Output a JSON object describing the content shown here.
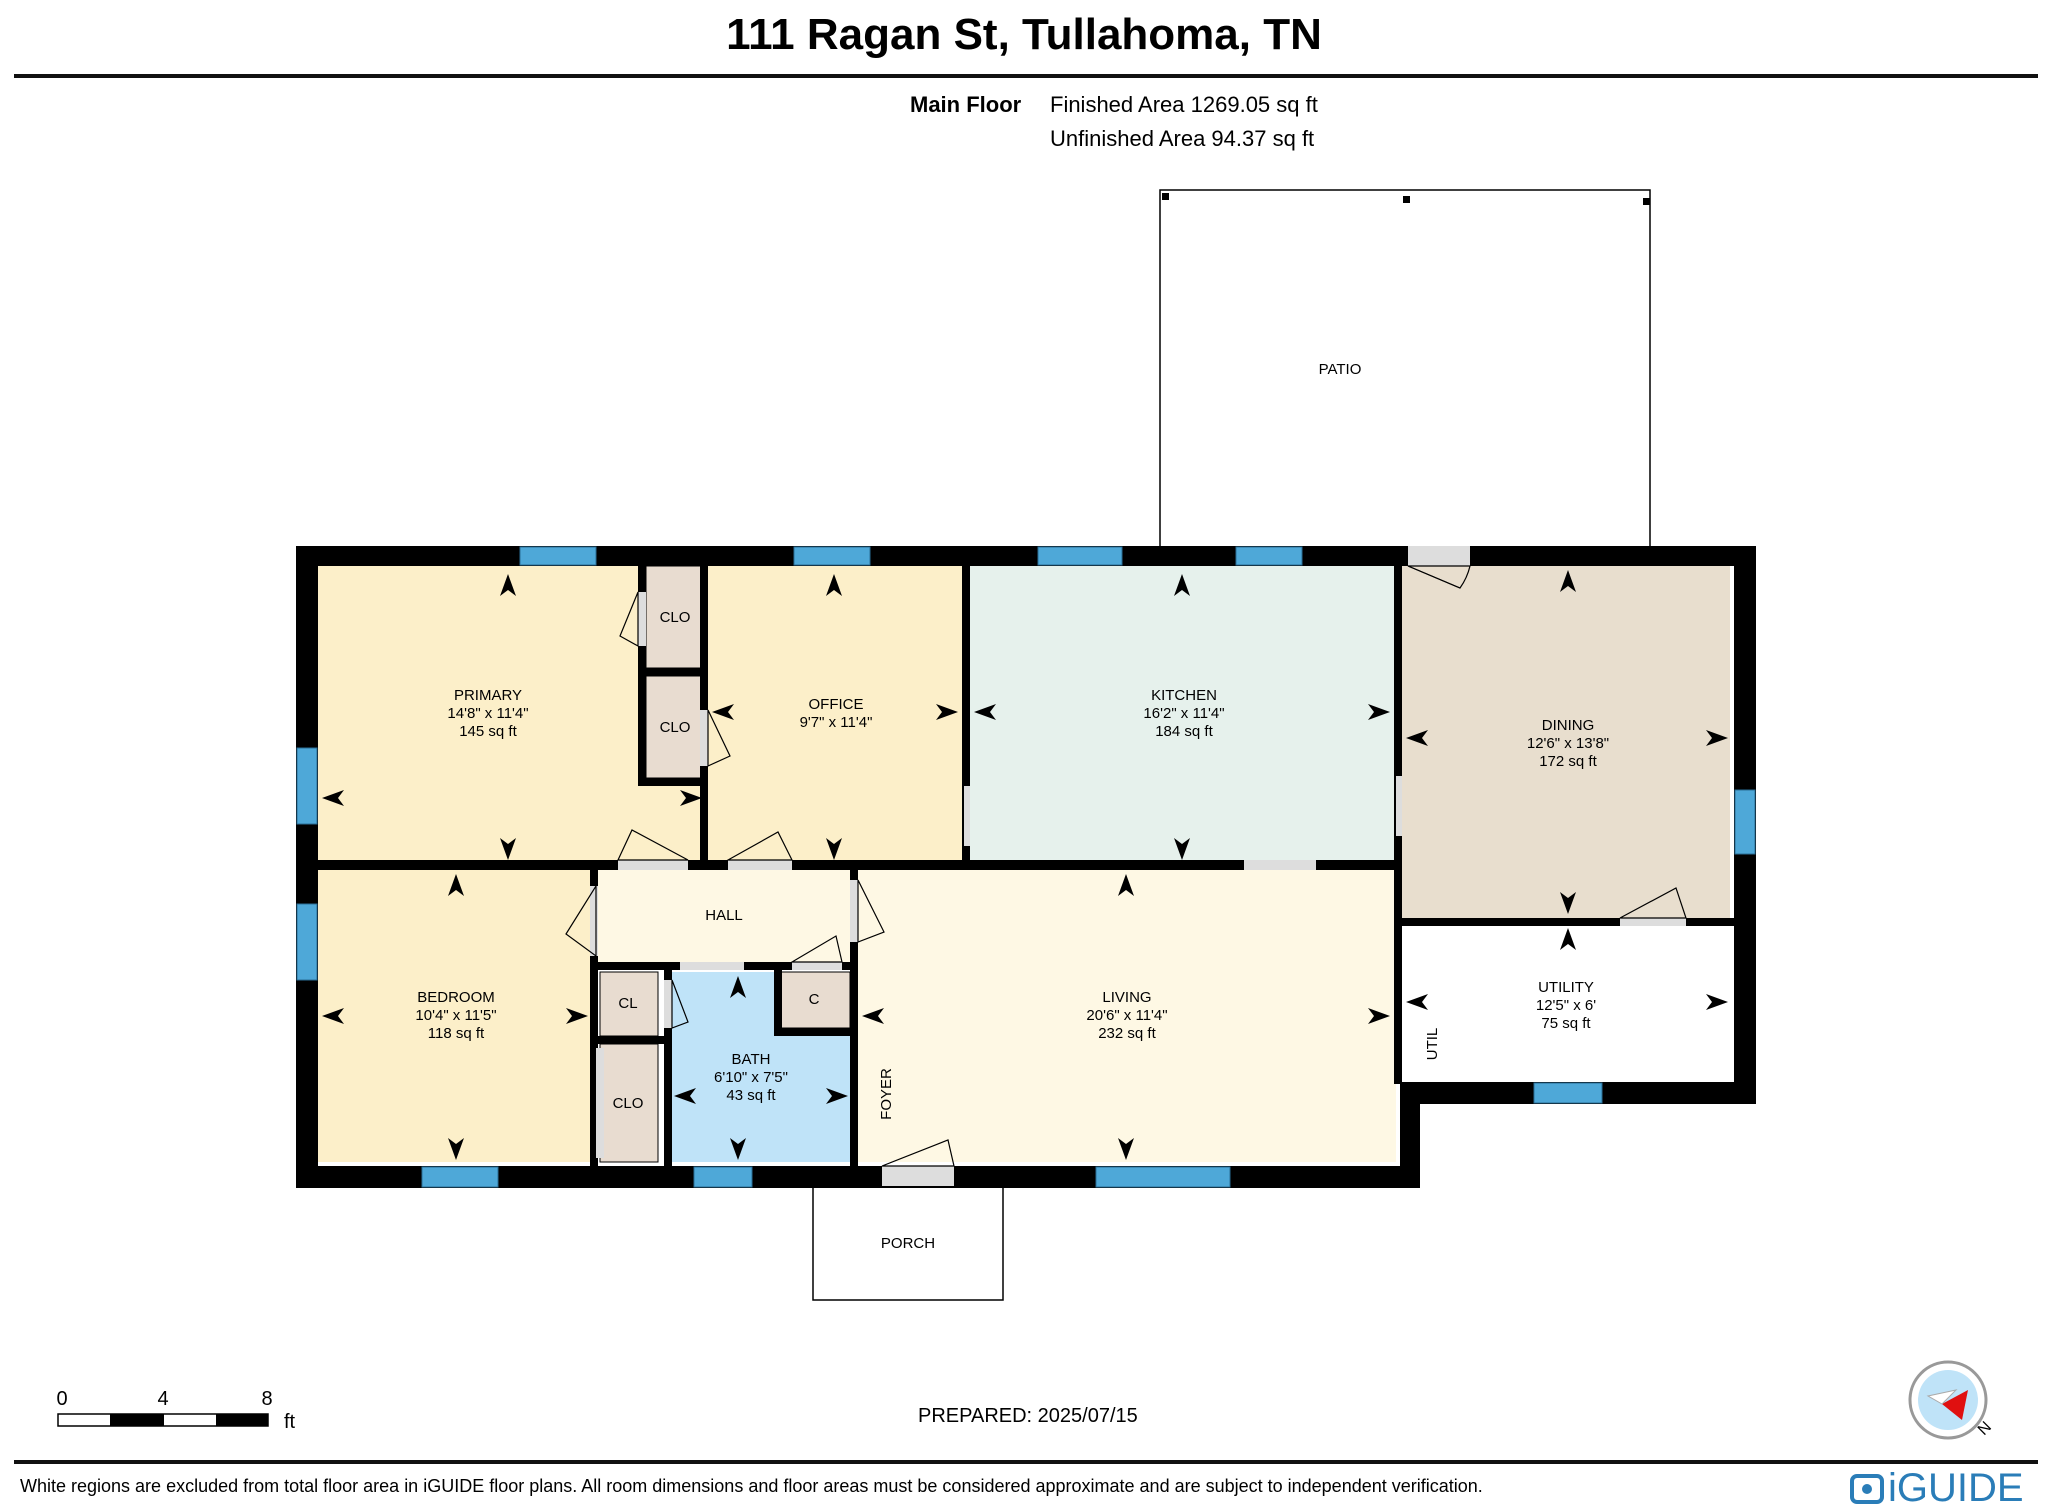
{
  "header": {
    "title": "111 Ragan St, Tullahoma, TN",
    "floor_label": "Main Floor",
    "finished_area": "Finished Area 1269.05 sq ft",
    "unfinished_area": "Unfinished Area 94.37 sq ft"
  },
  "rooms": [
    {
      "id": "primary",
      "name": "PRIMARY",
      "dims": "14'8\" x 11'4\"",
      "area": "145 sq ft",
      "color": "#fcefc9"
    },
    {
      "id": "office",
      "name": "OFFICE",
      "dims": "9'7\" x 11'4\"",
      "area": "",
      "color": "#fcefc9"
    },
    {
      "id": "kitchen",
      "name": "KITCHEN",
      "dims": "16'2\" x 11'4\"",
      "area": "184 sq ft",
      "color": "#e6f1ec"
    },
    {
      "id": "dining",
      "name": "DINING",
      "dims": "12'6\" x 13'8\"",
      "area": "172 sq ft",
      "color": "#e8dece"
    },
    {
      "id": "bedroom",
      "name": "BEDROOM",
      "dims": "10'4\" x 11'5\"",
      "area": "118 sq ft",
      "color": "#fcefc9"
    },
    {
      "id": "living",
      "name": "LIVING",
      "dims": "20'6\" x 11'4\"",
      "area": "232 sq ft",
      "color": "#fef8e4"
    },
    {
      "id": "utility",
      "name": "UTILITY",
      "dims": "12'5\" x 6'",
      "area": "75 sq ft",
      "color": "#ffffff"
    },
    {
      "id": "bath",
      "name": "BATH",
      "dims": "6'10\" x 7'5\"",
      "area": "43 sq ft",
      "color": "#bfe3f8"
    }
  ],
  "labels": {
    "hall": "HALL",
    "clo1": "CLO",
    "clo2": "CLO",
    "clo3": "CLO",
    "cl": "CL",
    "c": "C",
    "foyer": "FOYER",
    "util": "UTIL",
    "patio": "PATIO",
    "porch": "PORCH"
  },
  "colors": {
    "wall": "#000000",
    "window": "#4ea8d8",
    "closet": "#e8dcd0",
    "hall": "#fef8e4",
    "door": "#dddddd"
  },
  "scale": {
    "ticks": [
      "0",
      "4",
      "8"
    ],
    "unit": "ft"
  },
  "compass": {
    "letter": "N"
  },
  "prepared": "PREPARED: 2025/07/15",
  "footer": {
    "disclaimer": "White regions are excluded from total floor area in iGUIDE floor plans. All room dimensions and floor areas must be considered approximate and are subject to independent verification.",
    "logo": "iGUIDE"
  }
}
